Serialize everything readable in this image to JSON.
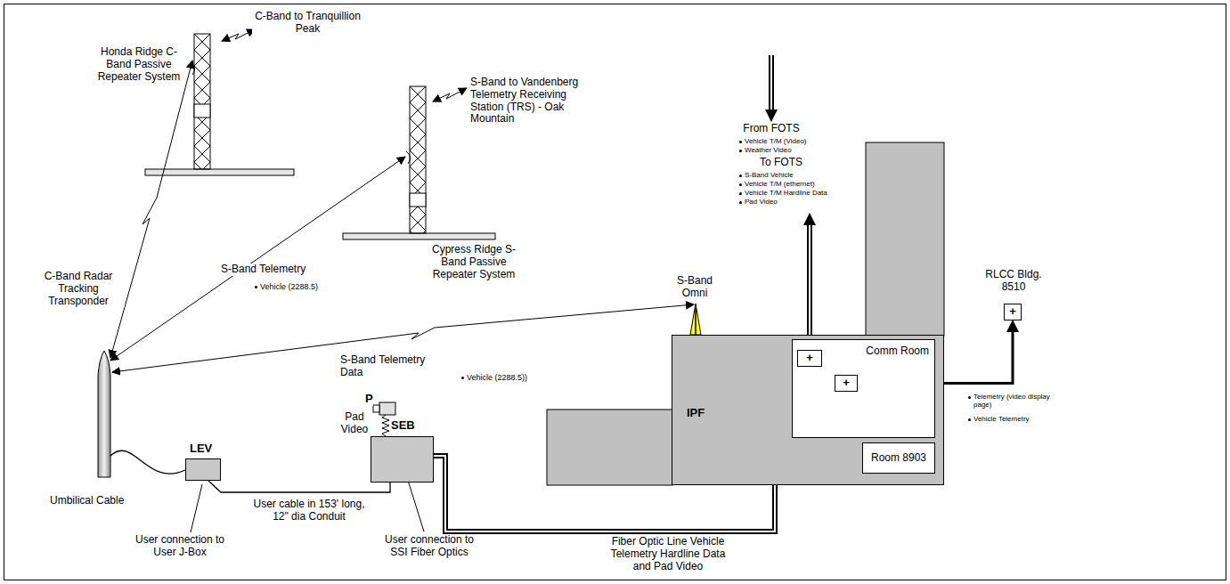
{
  "diagram": {
    "nodes": [
      {
        "text": [
          "LEV"
        ]
      },
      {
        "text": [
          "SEB"
        ]
      },
      {
        "text": [
          "IPF"
        ]
      },
      {
        "text": [
          "Comm Room"
        ],
        "in": 2
      },
      {
        "text": [
          "+"
        ],
        "in": 3
      },
      {
        "text": [
          "+"
        ],
        "in": 3
      },
      {
        "text": [
          "Room 8903"
        ],
        "in": 2
      },
      {
        "text": [
          "RLCC Bldg. 8510",
          "+"
        ]
      }
    ],
    "edges": [
      {
        "from": 0,
        "to": 1,
        "arrow": "none",
        "label": "User cable in 153' long, 12\" dia Conduit"
      },
      {
        "from": 1,
        "to": 6,
        "arrow": "to",
        "label": "Fiber Optic Line Vehicle Telemetry Hardline Data and Pad Video"
      },
      {
        "from": 5,
        "to": 7,
        "arrow": "to"
      }
    ],
    "labels": [
      "C-Band to Tranquillion Peak",
      "Honda Ridge C-Band Passive Repeater System",
      "S-Band to Vandenberg Telemetry Receiving Station (TRS) - Oak Mountain",
      "Cypress Ridge S-Band Passive Repeater System",
      "C-Band Radar Tracking Transponder",
      "S-Band Telemetry",
      "Vehicle (2288.5)",
      "S-Band Telemetry Data",
      "Vehicle (2288.5))",
      "From FOTS",
      "Vehicle T/M (Video)",
      "Weather Video",
      "To FOTS",
      "S-Band Vehicle",
      "Vehicle T/M (ethernet)",
      "Vehicle T/M Hardline Data",
      "Pad Video",
      "S-Band Omni",
      "P",
      "Pad Video",
      "Umbilical Cable",
      "User connection to User J-Box",
      "User connection to SSI Fiber Optics",
      "Telemetry (video display page)",
      "Vehicle Telemetry"
    ]
  }
}
